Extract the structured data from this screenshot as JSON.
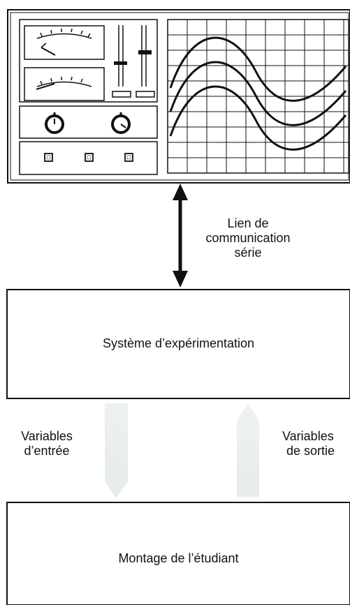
{
  "link": {
    "line1": "Lien de",
    "line2": "communication",
    "line3": "série"
  },
  "system_box": {
    "title": "Système d’expérimentation"
  },
  "inputs": {
    "line1": "Variables",
    "line2": "d’entrée"
  },
  "outputs": {
    "line1": "Variables",
    "line2": "de sortie"
  },
  "student_box": {
    "title": "Montage de l’étudiant"
  },
  "colors": {
    "stroke": "#111111",
    "arrow_fade": "#eaeeee",
    "background": "#ffffff"
  },
  "icons": [
    "analog-meter-icon",
    "slider-icon",
    "knob-icon",
    "indicator-button-icon",
    "oscilloscope-screen-icon",
    "double-arrow-icon",
    "up-arrow-icon",
    "down-arrow-icon"
  ]
}
